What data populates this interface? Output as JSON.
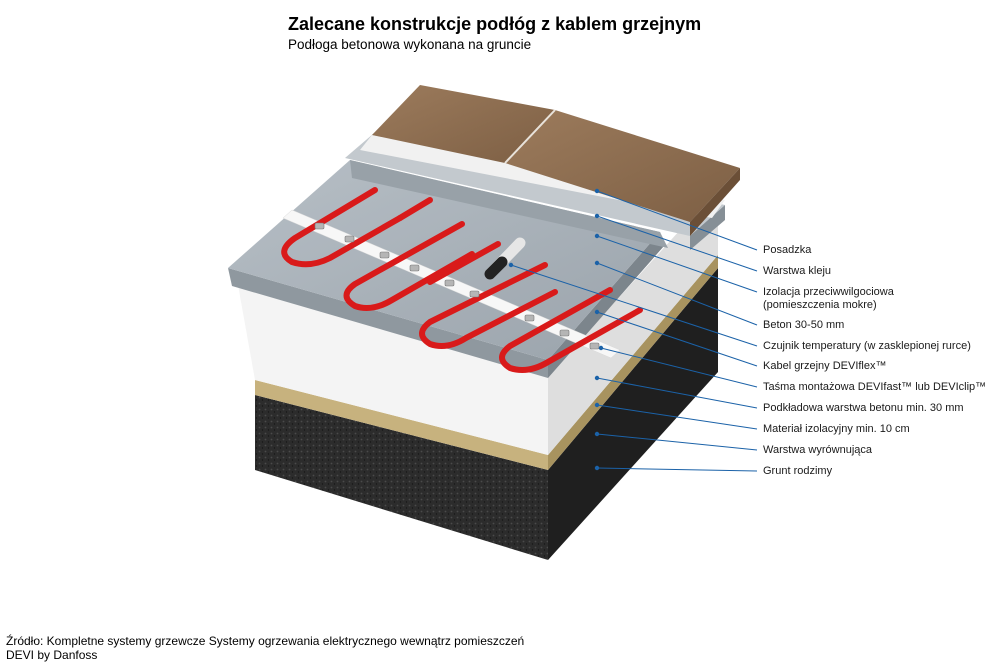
{
  "header": {
    "title": "Zalecane konstrukcje podłóg z kablem grzejnym",
    "subtitle": "Podłoga betonowa wykonana na gruncie"
  },
  "colors": {
    "callout_line": "#1b62a8",
    "tile": "#8e6d50",
    "concrete": "#a9b1b8",
    "cable": "#d91a1a",
    "insulation": "#f2f2f2",
    "leveling": "#c7b27e",
    "ground": "#2a2a2a"
  },
  "layers": [
    {
      "label": "Posadzka"
    },
    {
      "label": "Warstwa kleju"
    },
    {
      "label": "Izolacja przeciwwilgociowa",
      "label2": "(pomieszczenia mokre)"
    },
    {
      "label": "Beton 30-50 mm"
    },
    {
      "label": "Czujnik temperatury (w zasklepionej rurce)"
    },
    {
      "label": "Kabel grzejny DEVIflex™"
    },
    {
      "label": "Taśma montażowa DEVIfast™ lub DEVIclip™"
    },
    {
      "label": "Podkładowa warstwa betonu min. 30 mm"
    },
    {
      "label": "Materiał izolacyjny min. 10 cm"
    },
    {
      "label": "Warstwa wyrównująca"
    },
    {
      "label": "Grunt rodzimy"
    }
  ],
  "source": {
    "line1": "Źródło: Kompletne systemy grzewcze Systemy ogrzewania elektrycznego wewnątrz pomieszczeń",
    "line2": "DEVI by Danfoss"
  }
}
